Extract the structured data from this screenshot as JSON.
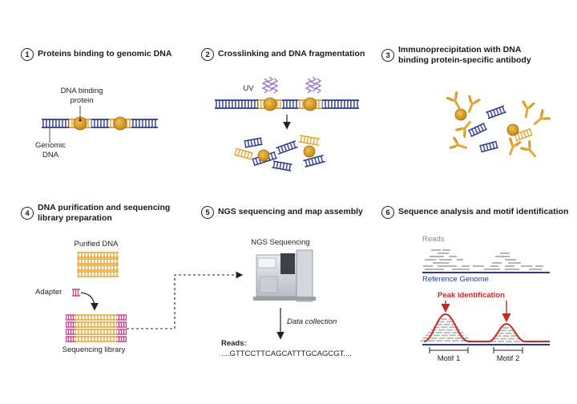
{
  "steps": [
    {
      "num": "1",
      "title": "Proteins binding to genomic DNA"
    },
    {
      "num": "2",
      "title": "Crosslinking and DNA fragmentation"
    },
    {
      "num": "3",
      "title_line1": "Immunoprecipitation with DNA",
      "title_line2": "binding protein-specific antibody"
    },
    {
      "num": "4",
      "title_line1": "DNA purification and sequencing",
      "title_line2": "library preparation"
    },
    {
      "num": "5",
      "title": "NGS sequencing and map assembly"
    },
    {
      "num": "6",
      "title": "Sequence analysis and motif identification"
    }
  ],
  "panel1": {
    "protein_label_1": "DNA binding",
    "protein_label_2": "protein",
    "dna_label_1": "Genomic",
    "dna_label_2": "DNA"
  },
  "panel2": {
    "uv_label": "UV"
  },
  "panel4": {
    "purified_label": "Purified DNA",
    "adapter_label": "Adapter",
    "library_label": "Sequencing library"
  },
  "panel5": {
    "machine_label": "NGS Sequencing",
    "collection_label": "Data collection",
    "reads_label": "Reads:",
    "reads_sequence": "....GTTCCTTCAGCATTTGCAGCGT...."
  },
  "panel6": {
    "reads_label": "Reads",
    "reference_label": "Reference Genome",
    "peak_label": "Peak identification",
    "motif1_label": "Motif 1",
    "motif2_label": "Motif 2"
  },
  "colors": {
    "dna_blue": "#2b3a8c",
    "dna_orange": "#e6a530",
    "protein": "#d99a1e",
    "uv_purple": "#9b7bc4",
    "adapter_pink": "#d63384",
    "peak_red": "#c62828",
    "read_gray": "#b5b5b5"
  }
}
